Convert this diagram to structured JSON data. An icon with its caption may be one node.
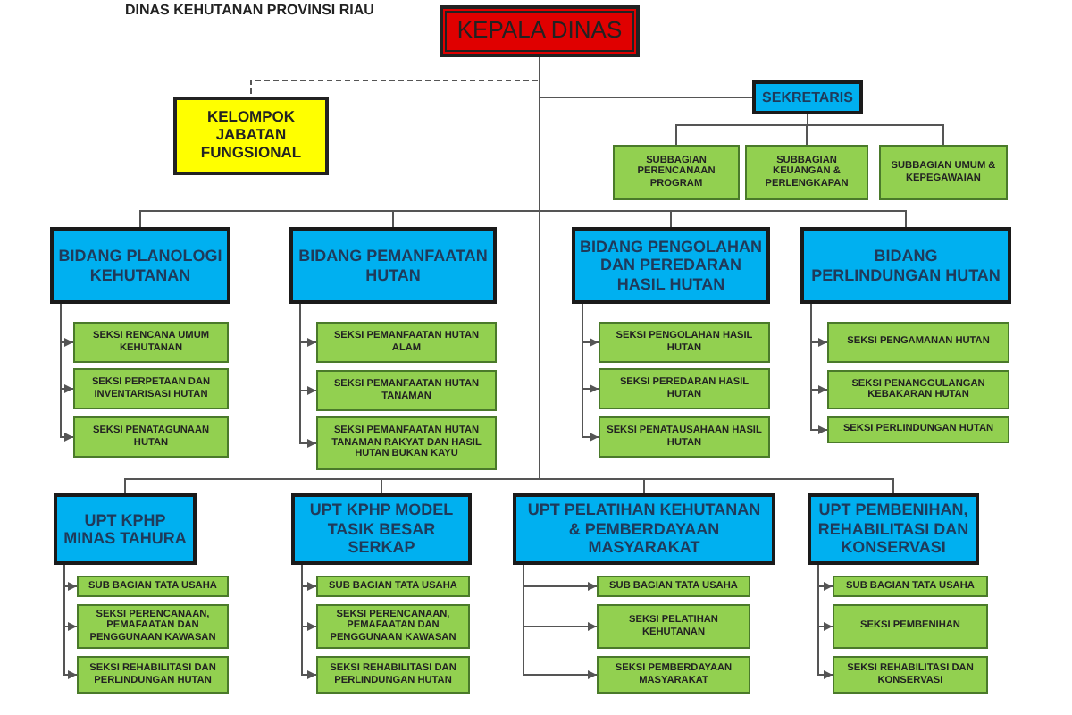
{
  "diagram": {
    "title": "DINAS KEHUTANAN PROVINSI RIAU",
    "nodes": [
      {
        "text": [
          "KEPALA DINAS"
        ]
      },
      {
        "text": [
          "KELOMPOK JABATAN FUNGSIONAL"
        ]
      },
      {
        "text": [
          "SEKRETARIS"
        ]
      },
      {
        "text": [
          "SUBBAGIAN PERENCANAAN PROGRAM"
        ]
      },
      {
        "text": [
          "SUBBAGIAN KEUANGAN & PERLENGKAPAN"
        ]
      },
      {
        "text": [
          "SUBBAGIAN UMUM & KEPEGAWAIAN"
        ]
      },
      {
        "text": [
          "BIDANG PLANOLOGI KEHUTANAN"
        ]
      },
      {
        "text": [
          "SEKSI RENCANA UMUM KEHUTANAN"
        ]
      },
      {
        "text": [
          "SEKSI PERPETAAN DAN INVENTARISASI HUTAN"
        ]
      },
      {
        "text": [
          "SEKSI PENATAGUNAAN HUTAN"
        ]
      },
      {
        "text": [
          "BIDANG PEMANFAATAN HUTAN"
        ]
      },
      {
        "text": [
          "SEKSI PEMANFAATAN HUTAN ALAM"
        ]
      },
      {
        "text": [
          "SEKSI PEMANFAATAN HUTAN TANAMAN"
        ]
      },
      {
        "text": [
          "SEKSI PEMANFAATAN HUTAN TANAMAN RAKYAT DAN HASIL HUTAN BUKAN KAYU"
        ]
      },
      {
        "text": [
          "BIDANG PENGOLAHAN DAN PEREDARAN HASIL HUTAN"
        ]
      },
      {
        "text": [
          "SEKSI PENGOLAHAN HASIL HUTAN"
        ]
      },
      {
        "text": [
          "SEKSI PEREDARAN HASIL HUTAN"
        ]
      },
      {
        "text": [
          "SEKSI PENATAUSAHAAN HASIL HUTAN"
        ]
      },
      {
        "text": [
          "BIDANG PERLINDUNGAN HUTAN"
        ]
      },
      {
        "text": [
          "SEKSI PENGAMANAN HUTAN"
        ]
      },
      {
        "text": [
          "SEKSI PENANGGULANGAN KEBAKARAN HUTAN"
        ]
      },
      {
        "text": [
          "SEKSI PERLINDUNGAN HUTAN"
        ]
      },
      {
        "text": [
          "UPT KPHP MINAS TAHURA"
        ]
      },
      {
        "text": [
          "SUB BAGIAN TATA USAHA"
        ]
      },
      {
        "text": [
          "SEKSI PERENCANAAN, PEMAFAATAN DAN PENGGUNAAN KAWASAN"
        ]
      },
      {
        "text": [
          "SEKSI REHABILITASI DAN PERLINDUNGAN HUTAN"
        ]
      },
      {
        "text": [
          "UPT KPHP MODEL TASIK BESAR SERKAP"
        ]
      },
      {
        "text": [
          "SUB BAGIAN TATA USAHA"
        ]
      },
      {
        "text": [
          "SEKSI PERENCANAAN, PEMAFAATAN DAN PENGGUNAAN KAWASAN"
        ]
      },
      {
        "text": [
          "SEKSI REHABILITASI DAN PERLINDUNGAN HUTAN"
        ]
      },
      {
        "text": [
          "UPT PELATIHAN KEHUTANAN & PEMBERDAYAAN MASYARAKAT"
        ]
      },
      {
        "text": [
          "SUB BAGIAN TATA USAHA"
        ]
      },
      {
        "text": [
          "SEKSI PELATIHAN KEHUTANAN"
        ]
      },
      {
        "text": [
          "SEKSI PEMBERDAYAAN MASYARAKAT"
        ]
      },
      {
        "text": [
          "UPT PEMBENIHAN, REHABILITASI DAN KONSERVASI"
        ]
      },
      {
        "text": [
          "SUB BAGIAN TATA USAHA"
        ]
      },
      {
        "text": [
          "SEKSI PEMBENIHAN"
        ]
      },
      {
        "text": [
          "SEKSI REHABILITASI DAN KONSERVASI"
        ]
      }
    ],
    "edges": [
      {
        "from": 0,
        "to": 1,
        "arrow": "none",
        "style": "dashed"
      },
      {
        "from": 0,
        "to": 2,
        "arrow": "none"
      },
      {
        "from": 2,
        "to": 3,
        "arrow": "none"
      },
      {
        "from": 2,
        "to": 4,
        "arrow": "none"
      },
      {
        "from": 2,
        "to": 5,
        "arrow": "none"
      },
      {
        "from": 0,
        "to": 6,
        "arrow": "none"
      },
      {
        "from": 0,
        "to": 10,
        "arrow": "none"
      },
      {
        "from": 0,
        "to": 14,
        "arrow": "none"
      },
      {
        "from": 0,
        "to": 18,
        "arrow": "none"
      },
      {
        "from": 6,
        "to": 7,
        "arrow": "to"
      },
      {
        "from": 6,
        "to": 8,
        "arrow": "to"
      },
      {
        "from": 6,
        "to": 9,
        "arrow": "to"
      },
      {
        "from": 10,
        "to": 11,
        "arrow": "to"
      },
      {
        "from": 10,
        "to": 12,
        "arrow": "to"
      },
      {
        "from": 10,
        "to": 13,
        "arrow": "to"
      },
      {
        "from": 14,
        "to": 15,
        "arrow": "to"
      },
      {
        "from": 14,
        "to": 16,
        "arrow": "to"
      },
      {
        "from": 14,
        "to": 17,
        "arrow": "to"
      },
      {
        "from": 18,
        "to": 19,
        "arrow": "to"
      },
      {
        "from": 18,
        "to": 20,
        "arrow": "to"
      },
      {
        "from": 18,
        "to": 21,
        "arrow": "to"
      },
      {
        "from": 0,
        "to": 22,
        "arrow": "none"
      },
      {
        "from": 0,
        "to": 26,
        "arrow": "none"
      },
      {
        "from": 0,
        "to": 30,
        "arrow": "none"
      },
      {
        "from": 0,
        "to": 34,
        "arrow": "none"
      },
      {
        "from": 22,
        "to": 23,
        "arrow": "to"
      },
      {
        "from": 22,
        "to": 24,
        "arrow": "to"
      },
      {
        "from": 22,
        "to": 25,
        "arrow": "to"
      },
      {
        "from": 26,
        "to": 27,
        "arrow": "to"
      },
      {
        "from": 26,
        "to": 28,
        "arrow": "to"
      },
      {
        "from": 26,
        "to": 29,
        "arrow": "to"
      },
      {
        "from": 30,
        "to": 31,
        "arrow": "to"
      },
      {
        "from": 30,
        "to": 32,
        "arrow": "to"
      },
      {
        "from": 30,
        "to": 33,
        "arrow": "to"
      },
      {
        "from": 34,
        "to": 35,
        "arrow": "to"
      },
      {
        "from": 34,
        "to": 36,
        "arrow": "to"
      },
      {
        "from": 34,
        "to": 37,
        "arrow": "to"
      }
    ]
  }
}
